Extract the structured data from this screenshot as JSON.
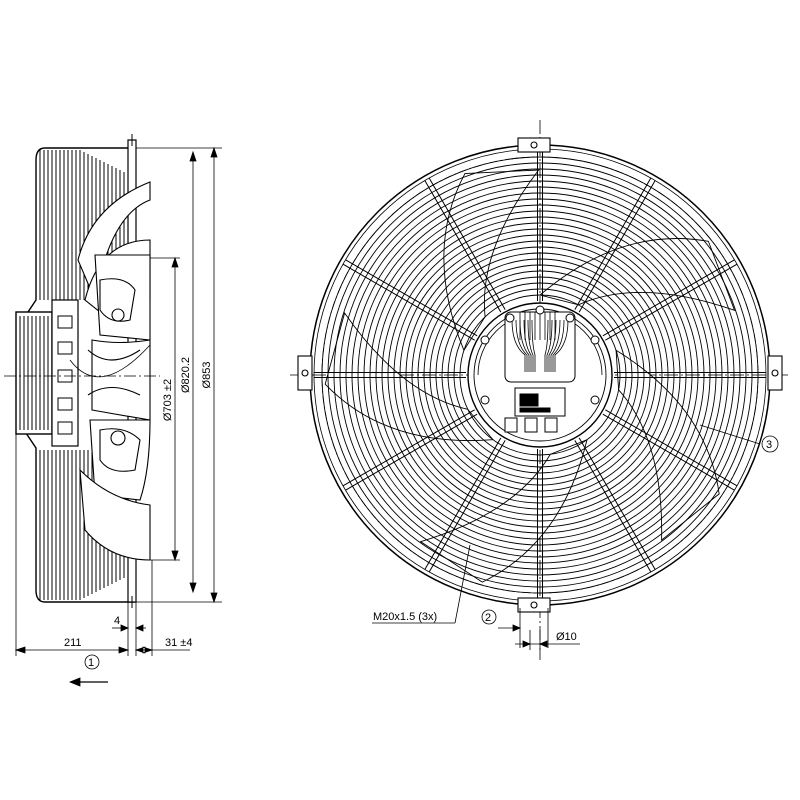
{
  "drawing": {
    "side_view": {
      "dim_diameter_1": "Ø703 ±2",
      "dim_diameter_2": "Ø820.2",
      "dim_diameter_3": "Ø853",
      "dim_depth": "211",
      "dim_flange": "4",
      "dim_offset": "31 ±4",
      "callout_1": "1"
    },
    "front_view": {
      "thread_label": "M20x1.5 (3x)",
      "hole_label": "Ø10",
      "callout_2": "2",
      "callout_3": "3"
    }
  },
  "colors": {
    "line": "#000000",
    "fill": "#ffffff",
    "shade": "#d8d8d8"
  }
}
